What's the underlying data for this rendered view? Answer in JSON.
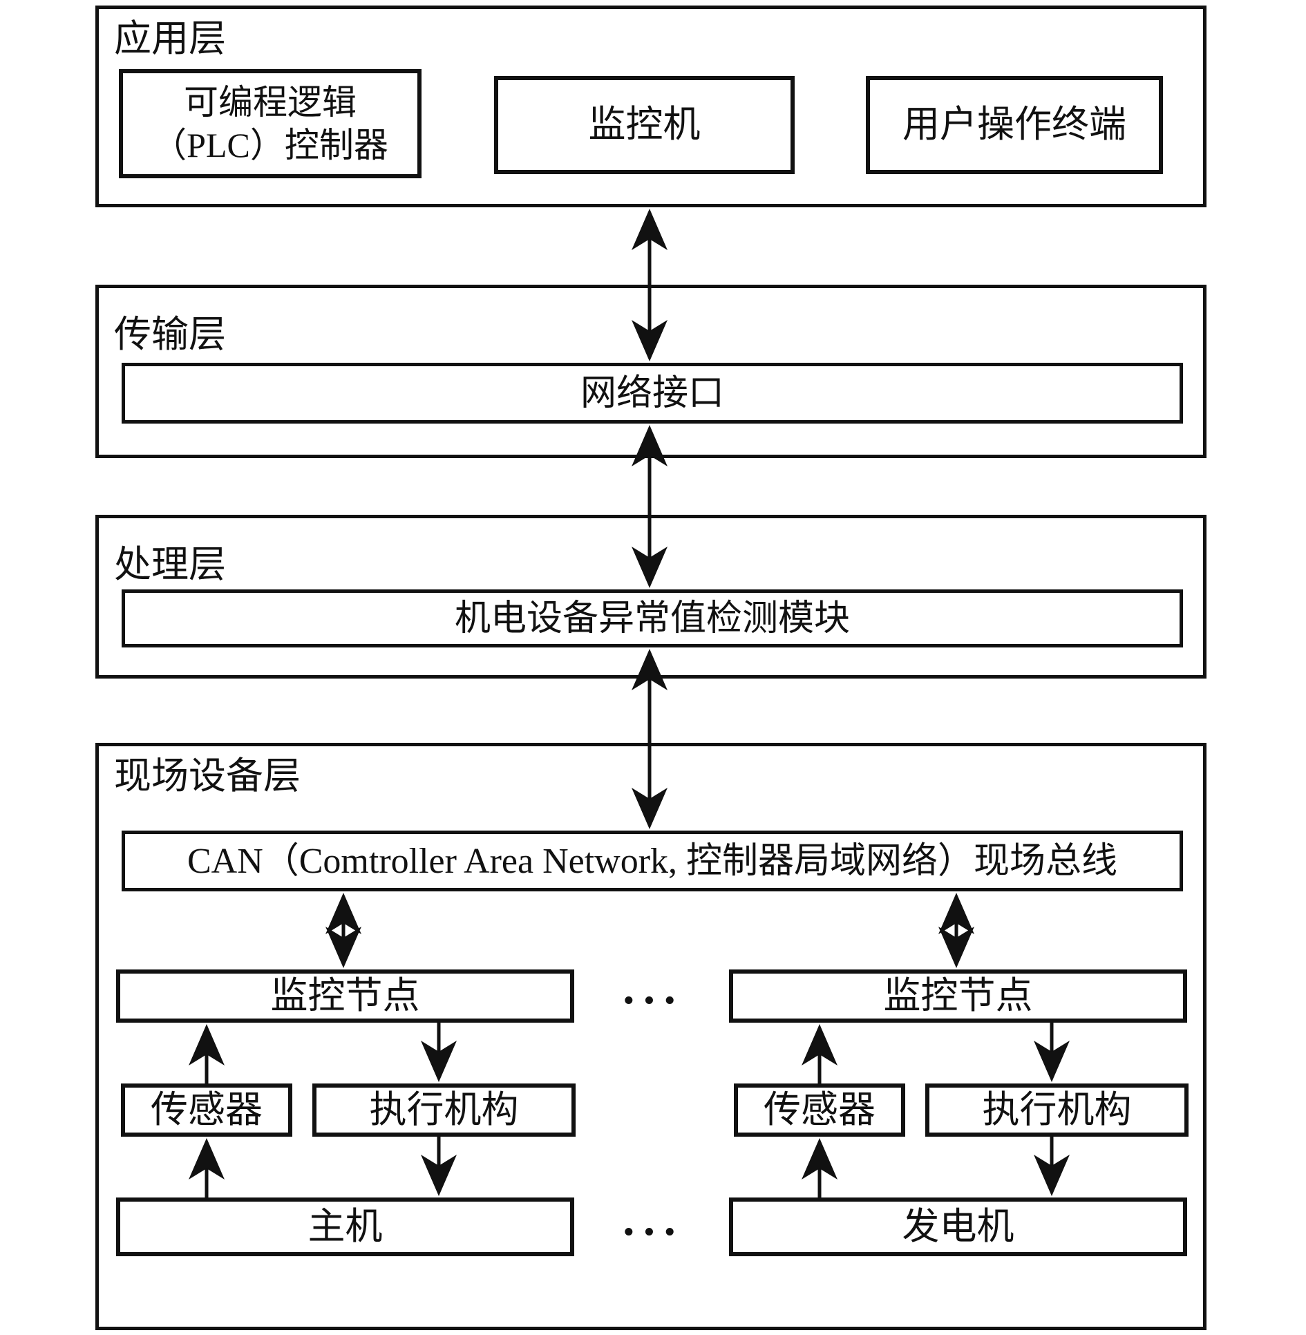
{
  "diagram": {
    "layers": {
      "application": {
        "label": "应用层",
        "plc_line1": "可编程逻辑",
        "plc_line2": "（PLC）控制器",
        "monitor": "监控机",
        "terminal": "用户操作终端"
      },
      "transport": {
        "label": "传输层",
        "interface": "网络接口"
      },
      "processing": {
        "label": "处理层",
        "module": "机电设备异常值检测模块"
      },
      "field": {
        "label": "现场设备层",
        "bus": "CAN（Comtroller Area Network, 控制器局域网络）现场总线",
        "left_node": "监控节点",
        "right_node": "监控节点",
        "left_sensor": "传感器",
        "left_actuator": "执行机构",
        "right_sensor": "传感器",
        "right_actuator": "执行机构",
        "left_device": "主机",
        "right_device": "发电机",
        "ellipsis_nodes": "···",
        "ellipsis_devices": "···"
      }
    },
    "colors": {
      "line": "#111111",
      "background": "#ffffff"
    }
  }
}
